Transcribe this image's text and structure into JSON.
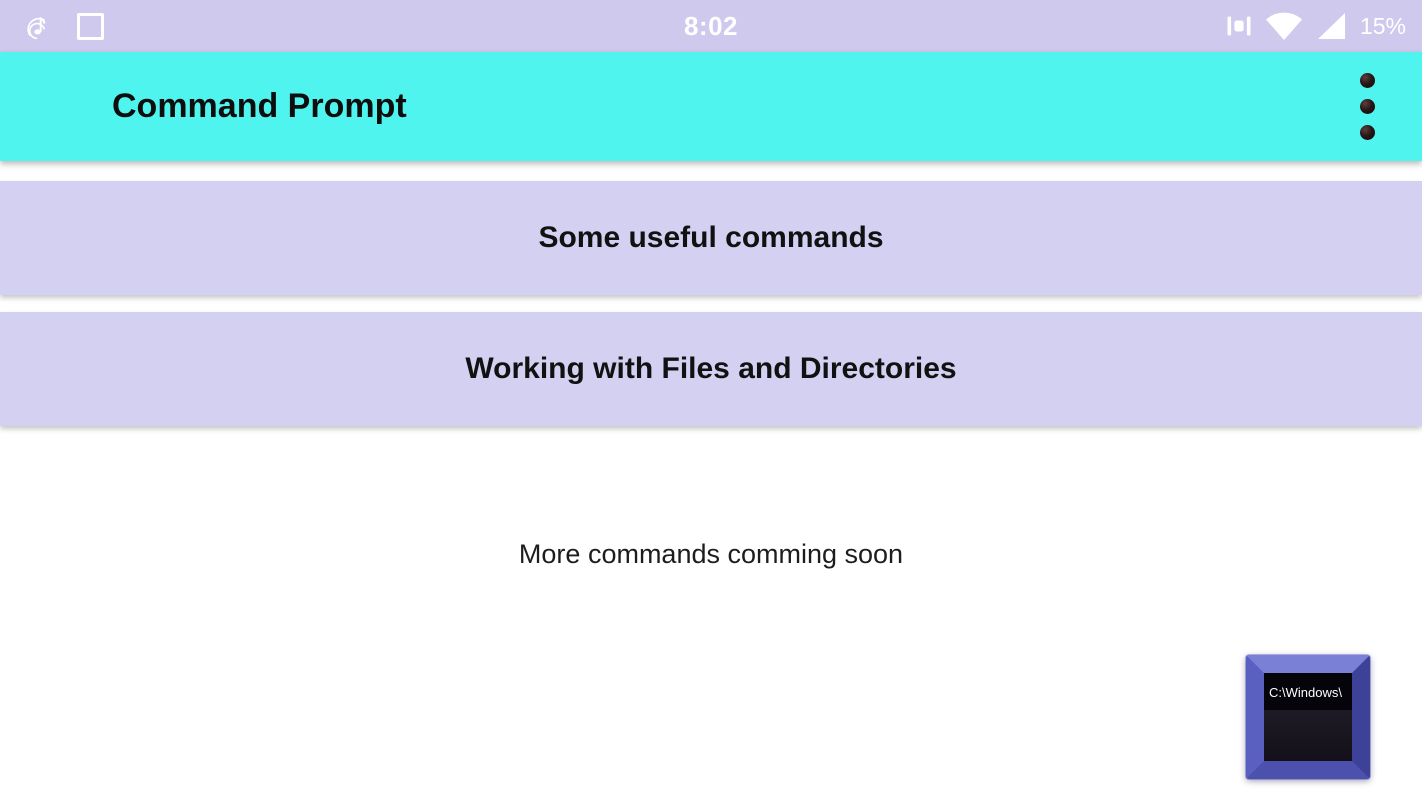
{
  "colors": {
    "status_bar_bg": "#cfcaed",
    "app_bar_bg": "#50f4ee",
    "button_bg": "#d3d0f2",
    "page_bg": "#ffffff",
    "text_color": "#111111",
    "logo_frame_blue": "#5a60bf"
  },
  "status_bar": {
    "time": "8:02",
    "battery_percent": "15%",
    "left_icons": [
      "music-note-icon",
      "screenshot-square-icon"
    ],
    "right_icons": [
      "vibrate-icon",
      "wifi-icon",
      "cellular-icon"
    ]
  },
  "app_bar": {
    "title": "Command Prompt",
    "menu_icon": "overflow-menu-icon"
  },
  "menu_buttons": [
    {
      "label": "Some useful commands"
    },
    {
      "label": "Working with Files and Directories"
    }
  ],
  "footer_message": "More commands comming soon",
  "cmd_logo": {
    "screen_text": "C:\\Windows\\"
  }
}
